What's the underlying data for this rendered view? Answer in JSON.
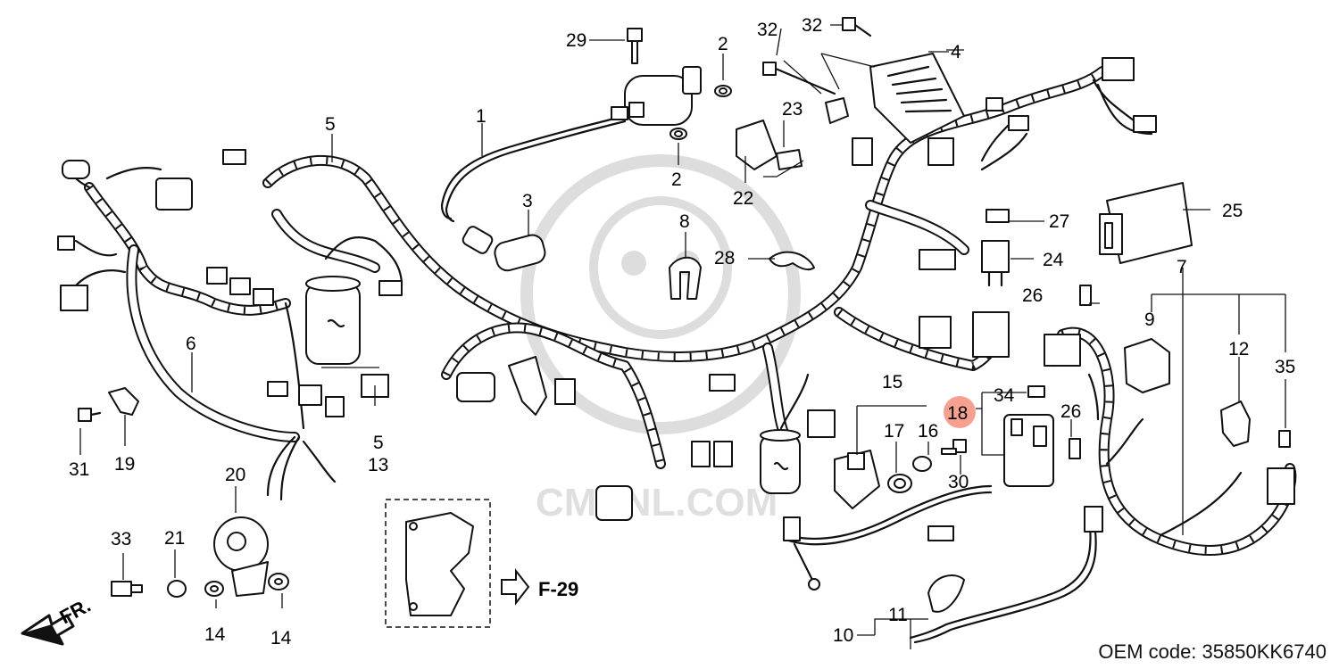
{
  "callouts": [
    "1",
    "2",
    "2",
    "3",
    "4",
    "5",
    "5",
    "6",
    "7",
    "8",
    "9",
    "10",
    "11",
    "12",
    "13",
    "14",
    "14",
    "15",
    "16",
    "17",
    "18",
    "19",
    "20",
    "21",
    "22",
    "23",
    "24",
    "25",
    "26",
    "26",
    "27",
    "28",
    "29",
    "30",
    "31",
    "32",
    "32",
    "33",
    "34",
    "35"
  ],
  "highlighted_callout": "18",
  "highlight_color": "#f6a18f",
  "reference": "F-29",
  "direction_label": "FR.",
  "watermark": "CMSNL.COM",
  "oem_code": "OEM code: 35850KK6740"
}
